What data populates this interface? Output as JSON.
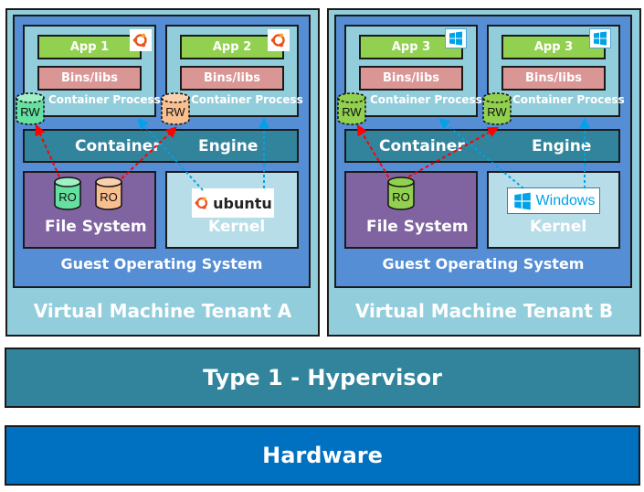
{
  "colors": {
    "vm": "#92cddc",
    "guest_os": "#558ed5",
    "container_process": "#92cddc",
    "app": "#92d050",
    "bins": "#d99694",
    "engine": "#31849b",
    "file_system": "#8064a2",
    "kernel": "#b7dde8",
    "hypervisor": "#31849b",
    "hardware": "#0070c0",
    "rw_green": "#66e0a0",
    "rw_orange": "#f9bf8f",
    "rw_lime": "#92d050",
    "arrow_red": "#ff0000",
    "arrow_blue": "#00a2e8"
  },
  "tenants": [
    {
      "label": "Virtual Machine Tenant A",
      "guest_os_label": "Guest Operating System",
      "engine_left": "Container",
      "engine_right": "Engine",
      "file_system_label": "File System",
      "kernel_label": "Kernel",
      "kernel_logo": "ubuntu",
      "kernel_logo_text": "ubuntu",
      "containers": [
        {
          "app": "App 1",
          "bins": "Bins/libs",
          "process_label": "Container Process",
          "os_icon": "ubuntu-icon",
          "rw_label": "RW"
        },
        {
          "app": "App 2",
          "bins": "Bins/libs",
          "process_label": "Container Process",
          "os_icon": "ubuntu-icon",
          "rw_label": "RW"
        }
      ],
      "ro_layers": [
        "RO",
        "RO"
      ]
    },
    {
      "label": "Virtual Machine Tenant B",
      "guest_os_label": "Guest Operating System",
      "engine_left": "Container",
      "engine_right": "Engine",
      "file_system_label": "File System",
      "kernel_label": "Kernel",
      "kernel_logo": "windows",
      "kernel_logo_text": "Windows",
      "containers": [
        {
          "app": "App 3",
          "bins": "Bins/libs",
          "process_label": "Container Process",
          "os_icon": "windows-icon",
          "rw_label": "RW"
        },
        {
          "app": "App 3",
          "bins": "Bins/libs",
          "process_label": "Container Process",
          "os_icon": "windows-icon",
          "rw_label": "RW"
        }
      ],
      "ro_layers": [
        "RO"
      ]
    }
  ],
  "hypervisor_label": "Type 1 - Hypervisor",
  "hardware_label": "Hardware"
}
